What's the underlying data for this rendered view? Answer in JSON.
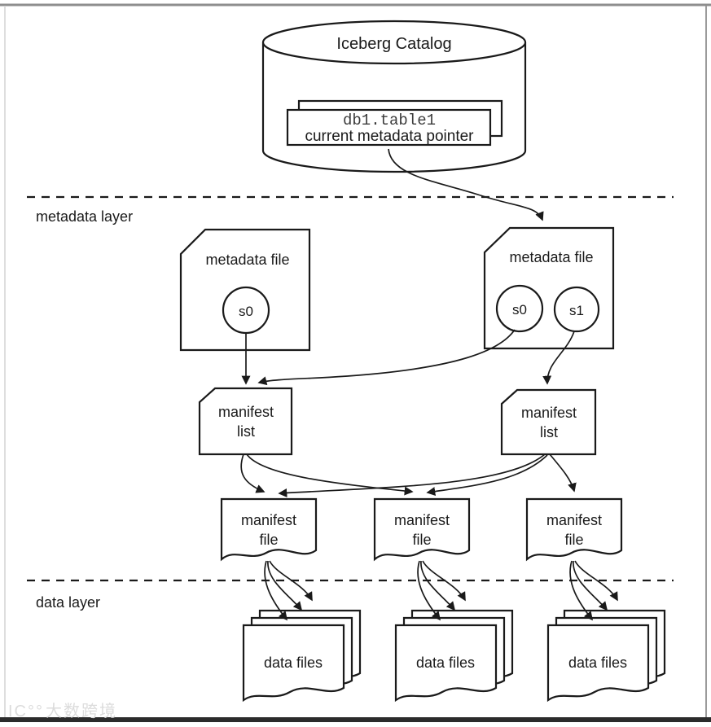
{
  "catalog": {
    "label": "Iceberg Catalog",
    "table_name": "db1.table1",
    "pointer_label": "current metadata pointer"
  },
  "layers": {
    "metadata": "metadata layer",
    "data": "data layer"
  },
  "metadata_files": [
    {
      "label": "metadata file",
      "snapshots": [
        "s0"
      ]
    },
    {
      "label": "metadata file",
      "snapshots": [
        "s0",
        "s1"
      ]
    }
  ],
  "manifest_lists": [
    {
      "line1": "manifest",
      "line2": "list"
    },
    {
      "line1": "manifest",
      "line2": "list"
    }
  ],
  "manifest_files": [
    {
      "line1": "manifest",
      "line2": "file"
    },
    {
      "line1": "manifest",
      "line2": "file"
    },
    {
      "line1": "manifest",
      "line2": "file"
    }
  ],
  "data_file_stacks": [
    {
      "label": "data files"
    },
    {
      "label": "data files"
    },
    {
      "label": "data files"
    }
  ],
  "watermark": {
    "logo": "IC°°",
    "text": "大数跨境"
  },
  "colors": {
    "stroke": "#1a1a1a",
    "background": "#ffffff",
    "frame": "#8e8e8e",
    "bottom_bar": "#2b2b2b",
    "watermark": "#dcdcdc"
  }
}
